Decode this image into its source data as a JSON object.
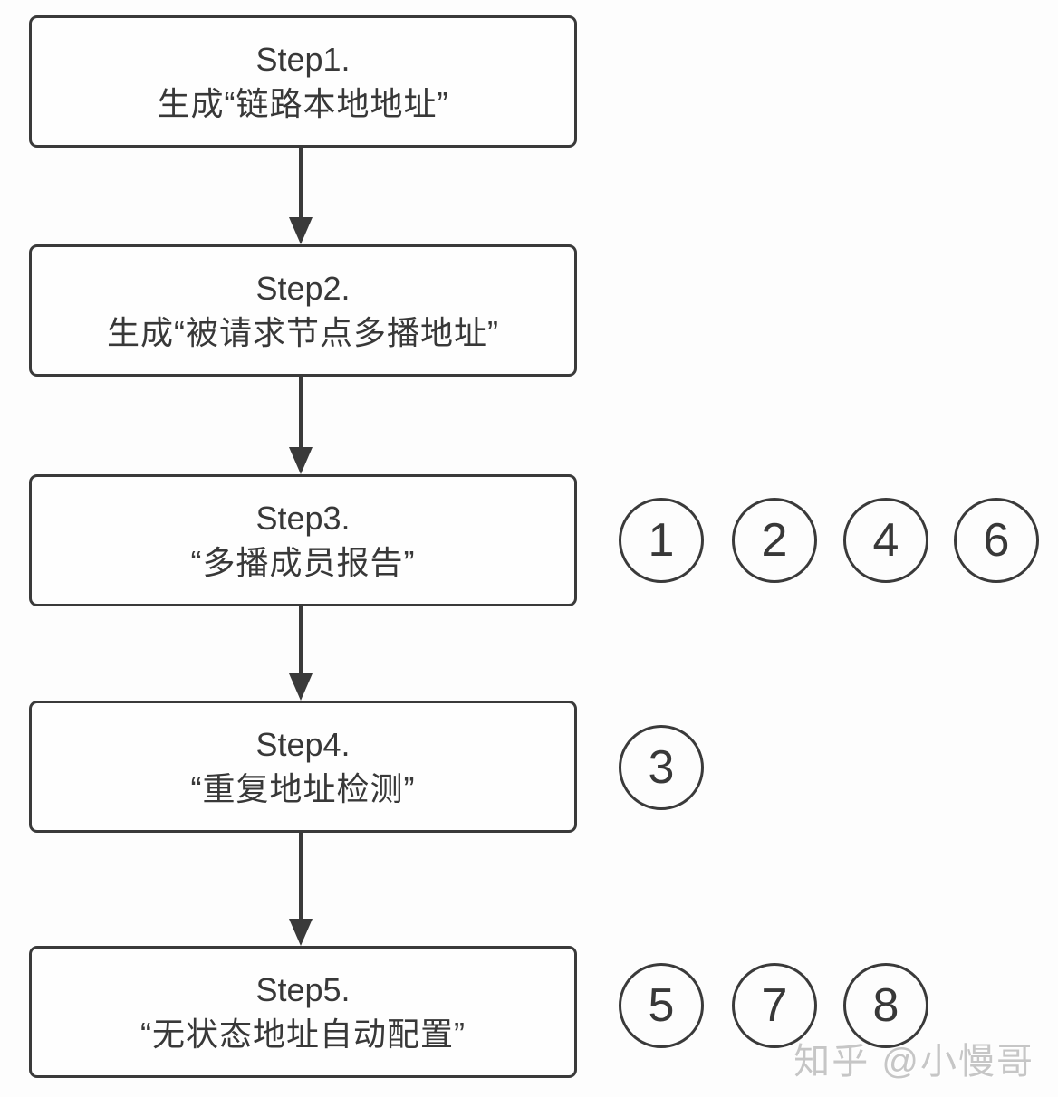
{
  "page": {
    "background": "#fdfdfd",
    "ink_color": "#3a3a3a",
    "watermark_color": "#c6c6c6"
  },
  "flow": {
    "steps": [
      {
        "title": "Step1.",
        "subtitle": "生成“链路本地地址”",
        "badges": []
      },
      {
        "title": "Step2.",
        "subtitle": "生成“被请求节点多播地址”",
        "badges": []
      },
      {
        "title": "Step3.",
        "subtitle": "“多播成员报告”",
        "badges": [
          "1",
          "2",
          "4",
          "6"
        ]
      },
      {
        "title": "Step4.",
        "subtitle": "“重复地址检测”",
        "badges": [
          "3"
        ]
      },
      {
        "title": "Step5.",
        "subtitle": "“无状态地址自动配置”",
        "badges": [
          "5",
          "7",
          "8"
        ]
      }
    ]
  },
  "watermark": {
    "text": "知乎 @小慢哥"
  }
}
